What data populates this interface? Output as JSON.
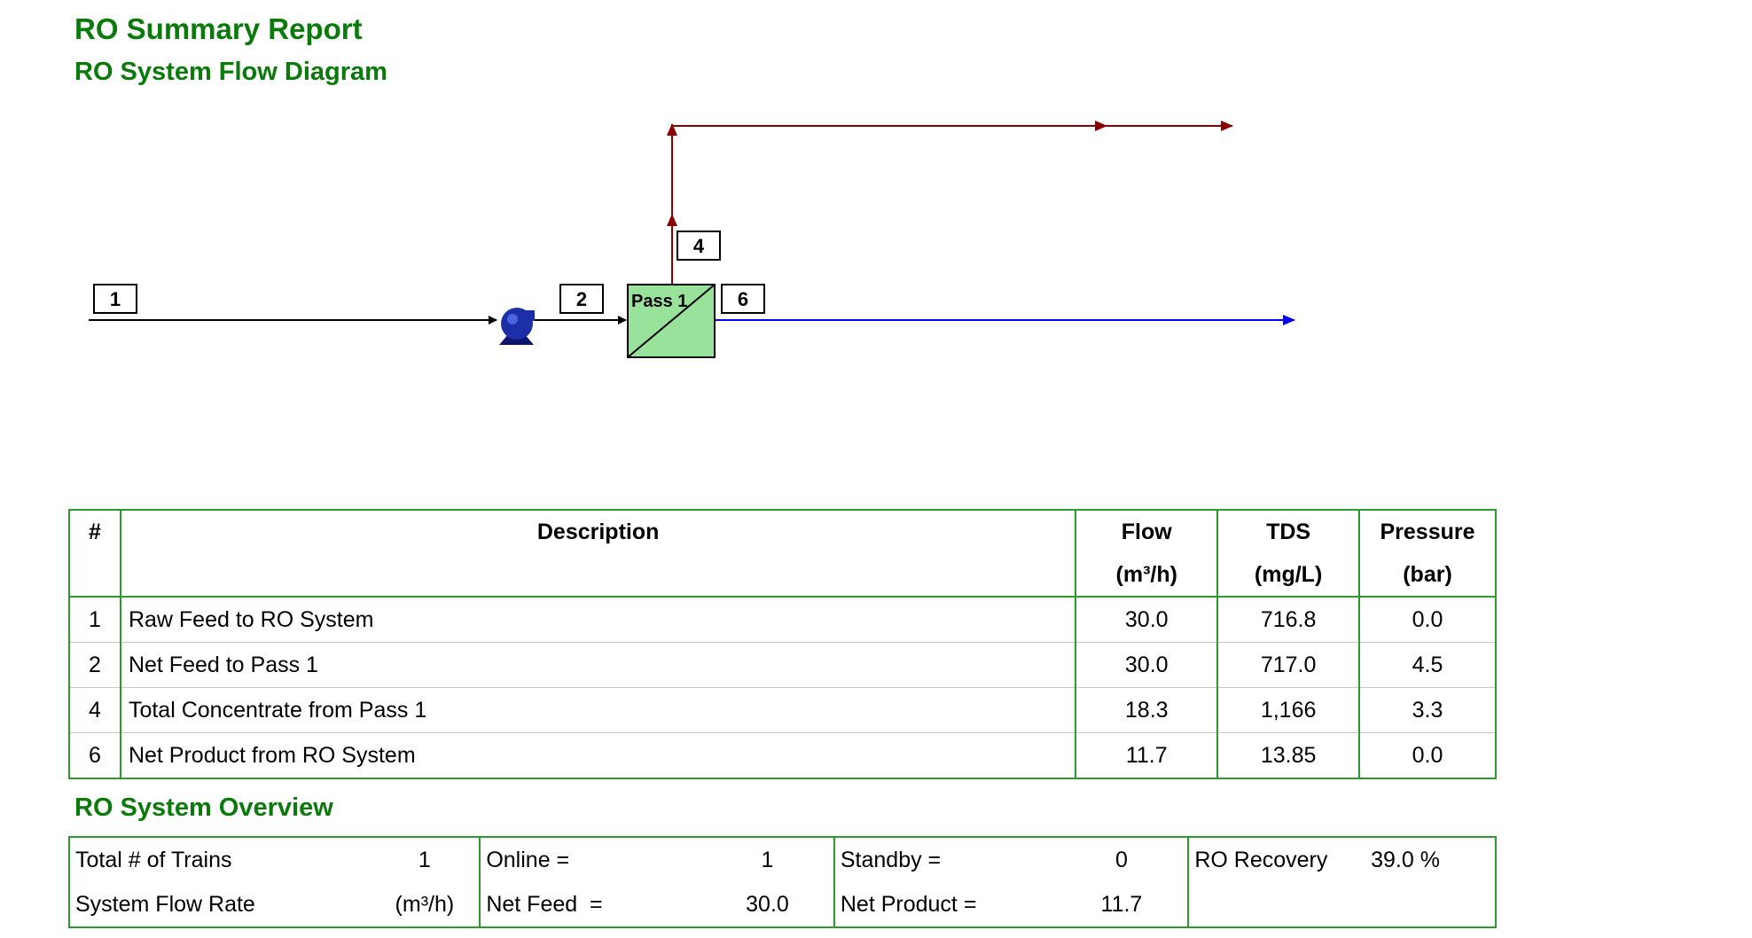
{
  "report": {
    "title": "RO Summary Report",
    "diagram_title": "RO System Flow Diagram",
    "overview_title": "RO System Overview"
  },
  "diagram": {
    "stream_labels": [
      "1",
      "2",
      "4",
      "6"
    ],
    "pass_label": "Pass 1",
    "colors": {
      "feed": "#000000",
      "concentrate": "#8b0000",
      "product": "#0000ff",
      "membrane": "#99e29c",
      "pump": "#1c2fa8"
    }
  },
  "stream_table": {
    "headers": [
      "#",
      "Description",
      "Flow",
      "TDS",
      "Pressure"
    ],
    "units": [
      "",
      "",
      "(m³/h)",
      "(mg/L)",
      "(bar)"
    ],
    "rows": [
      [
        "1",
        "Raw Feed to RO System",
        "30.0",
        "716.8",
        "0.0"
      ],
      [
        "2",
        "Net Feed to Pass 1",
        "30.0",
        "717.0",
        "4.5"
      ],
      [
        "4",
        "Total Concentrate from Pass 1",
        "18.3",
        "1,166",
        "3.3"
      ],
      [
        "6",
        "Net Product from RO System",
        "11.7",
        "13.85",
        "0.0"
      ]
    ]
  },
  "overview": {
    "total_trains_label": "Total # of Trains",
    "total_trains_value": "1",
    "online_label": "Online =",
    "online_value": "1",
    "standby_label": "Standby =",
    "standby_value": "0",
    "recovery_label": "RO Recovery",
    "recovery_value": "39.0 %",
    "flow_rate_label": "System Flow Rate",
    "flow_rate_unit": "(m³/h)",
    "net_feed_label": "Net Feed  =",
    "net_feed_value": "30.0",
    "net_product_label": "Net Product =",
    "net_product_value": "11.7"
  },
  "theme": {
    "heading": "#0a7a0a",
    "table_border": "#2e9a2e"
  }
}
